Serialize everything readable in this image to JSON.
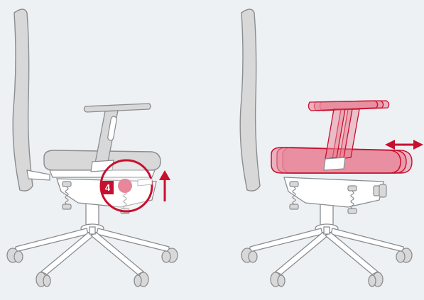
{
  "colors": {
    "background": "#eef1f4",
    "chair_fill": "#ffffff",
    "chair_gray": "#d8d8d8",
    "outline": "#8a8d90",
    "accent": "#c8102e",
    "accent_light": "#e8879a"
  },
  "panels": [
    {
      "name": "seat-release-panel",
      "step": {
        "label": "4"
      },
      "arrow": "up-arrow-icon"
    },
    {
      "name": "seat-slide-panel",
      "arrow": "double-arrow-horizontal-icon"
    }
  ]
}
